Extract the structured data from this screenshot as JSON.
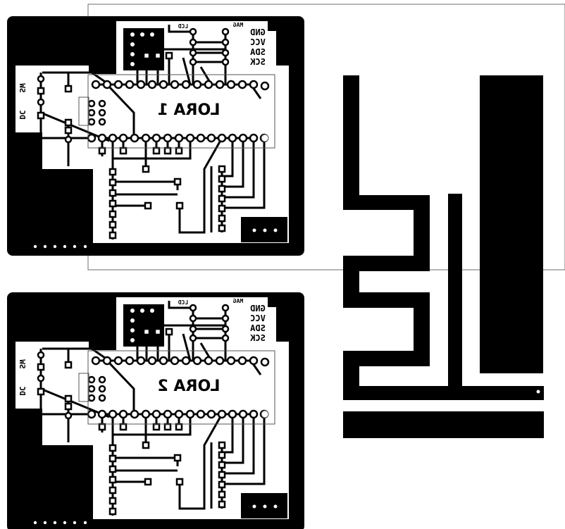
{
  "colors": {
    "copper": "#000000",
    "substrate": "#ffffff",
    "outline": "#6b6b6b"
  },
  "boards": [
    {
      "title": "LORA 1",
      "lcd_label": "LCD",
      "mag_label": "MAG",
      "pins": [
        "GND",
        "VCC",
        "SDA",
        "SCK"
      ],
      "switch_label": "SW",
      "dc_label": "DC"
    },
    {
      "title": "LORA 2",
      "lcd_label": "LCD",
      "mag_label": "MAG",
      "pins": [
        "GND",
        "VCC",
        "SDA",
        "SCK"
      ],
      "switch_label": "SW",
      "dc_label": "DC"
    }
  ],
  "antenna": {
    "type": "meander-antenna"
  }
}
